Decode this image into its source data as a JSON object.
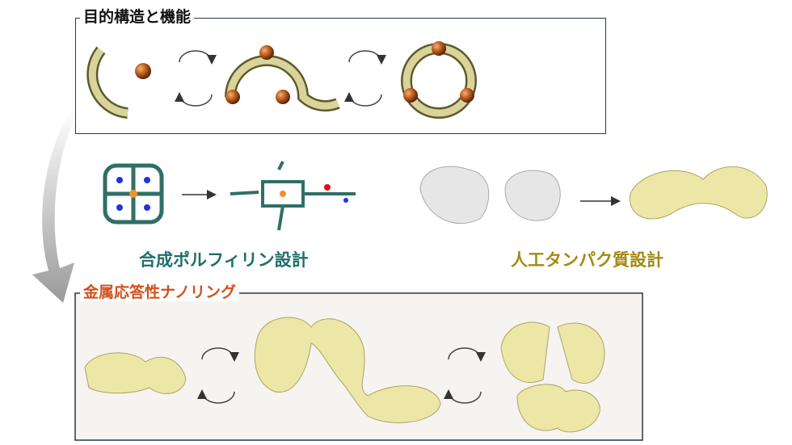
{
  "top_panel": {
    "title": "目的構造と機能"
  },
  "middle": {
    "porphyrin_label": "合成ポルフィリン設計",
    "protein_label": "人工タンパク質設計"
  },
  "bottom_panel": {
    "title": "金属応答性ナノリング"
  },
  "colors": {
    "porphyrin_label": "#1f6f6a",
    "protein_label": "#a48a10",
    "bottom_title": "#d2501c",
    "ring": "#c9c58a",
    "metal": "#c0601e",
    "protein_surface": "#ece7a6",
    "bottom_bg": "#f6f3f1"
  }
}
